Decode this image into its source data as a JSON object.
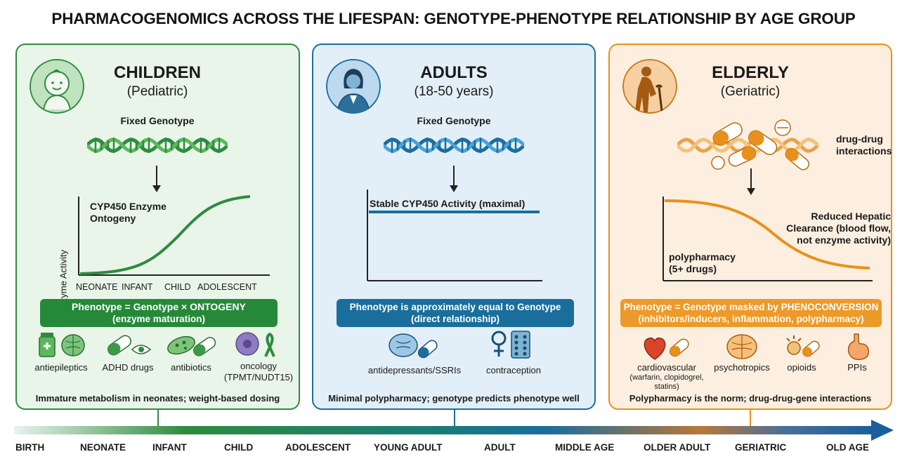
{
  "title": "PHARMACOGENOMICS ACROSS THE LIFESPAN: GENOTYPE-PHENOTYPE RELATIONSHIP BY AGE GROUP",
  "children": {
    "title": "CHILDREN",
    "subtitle": "(Pediatric)",
    "genotype_label": "Fixed Genotype",
    "curve_title_1": "CYP450 Enzyme",
    "curve_title_2": "Ontogeny",
    "y_axis_label": "Enzyme Activity",
    "x_ticks": [
      "NEONATE",
      "INFANT",
      "CHILD",
      "ADOLESCENT"
    ],
    "phenotype_line1": "Phenotype = Genotype × ONTOGENY",
    "phenotype_line2": "(enzyme maturation)",
    "drugs": [
      "antiepileptics",
      "ADHD drugs",
      "antibiotics",
      "oncology",
      "(TPMT/NUDT15)"
    ],
    "footer": "Immature metabolism in neonates; weight-based dosing"
  },
  "adults": {
    "title": "ADULTS",
    "subtitle": "(18-50 years)",
    "genotype_label": "Fixed Genotype",
    "curve_title": "Stable CYP450 Activity (maximal)",
    "phenotype_line1": "Phenotype is approximately equal to Genotype",
    "phenotype_line2": "(direct relationship)",
    "drugs": [
      "antidepressants/SSRIs",
      "contraception"
    ],
    "footer": "Minimal polypharmacy; genotype predicts phenotype well"
  },
  "elderly": {
    "title": "ELDERLY",
    "subtitle": "(Geriatric)",
    "ddi_1": "drug-drug",
    "ddi_2": "interactions",
    "clearance_1": "Reduced Hepatic",
    "clearance_2": "Clearance (blood flow,",
    "clearance_3": "not enzyme activity)",
    "poly_1": "polypharmacy",
    "poly_2": "(5+ drugs)",
    "phenotype_line1": "Phenotype = Genotype masked by PHENOCONVERSION",
    "phenotype_line2": "(inhibitors/inducers, inflammation, polypharmacy)",
    "drugs": [
      "cardiovascular",
      "(warfarin, clopidogrel,",
      "statins)",
      "psychotropics",
      "opioids",
      "PPIs"
    ],
    "footer": "Polypharmacy is the norm; drug-drug-gene interactions"
  },
  "timeline": [
    "BIRTH",
    "NEONATE",
    "INFANT",
    "CHILD",
    "ADOLESCENT",
    "YOUNG ADULT",
    "ADULT",
    "MIDDLE AGE",
    "OLDER ADULT",
    "GERIATRIC",
    "OLD AGE"
  ],
  "colors": {
    "green": "#2e8b3e",
    "blue": "#1a6e9c",
    "orange": "#e9901c"
  }
}
